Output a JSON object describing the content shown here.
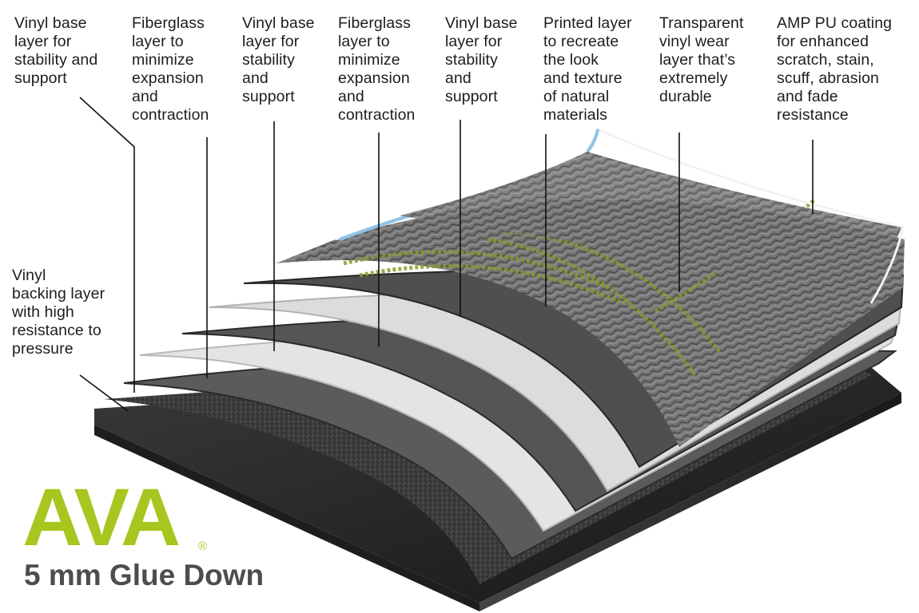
{
  "callouts": [
    {
      "lines": [
        "Vinyl base",
        "layer for",
        "stability and",
        "support"
      ]
    },
    {
      "lines": [
        "Fiberglass",
        "layer to",
        "minimize",
        "expansion",
        "and",
        "contraction"
      ]
    },
    {
      "lines": [
        "Vinyl base",
        "layer for",
        "stability",
        "and",
        "support"
      ]
    },
    {
      "lines": [
        "Fiberglass",
        "layer to",
        "minimize",
        "expansion",
        "and",
        "contraction"
      ]
    },
    {
      "lines": [
        "Vinyl base",
        "layer for",
        "stability",
        "and",
        "support"
      ]
    },
    {
      "lines": [
        "Printed layer",
        "to recreate",
        "the look",
        "and texture",
        "of natural",
        "materials"
      ]
    },
    {
      "lines": [
        "Transparent",
        "vinyl wear",
        "layer that’s",
        "extremely",
        "durable"
      ]
    },
    {
      "lines": [
        "AMP PU coating",
        "for enhanced",
        "scratch, stain,",
        "scuff, abrasion",
        "and fade",
        "resistance"
      ]
    },
    {
      "lines": [
        "Vinyl",
        "backing layer",
        "with high",
        "resistance to",
        "pressure"
      ]
    }
  ],
  "brand": {
    "logo_text": "AVA",
    "registered_mark": "®",
    "subtitle": "5 mm Glue Down",
    "logo_color": "#a7c61f",
    "subtitle_color": "#4d4d4d"
  },
  "layer_colors": {
    "backing": "#2b2b2b",
    "vinyl_base": "#555555",
    "fiberglass": "#e2e2e2",
    "printed": "#6f6f6f",
    "wear_layer": "#8fc3e8",
    "accent_green": "#8b9a2a"
  }
}
